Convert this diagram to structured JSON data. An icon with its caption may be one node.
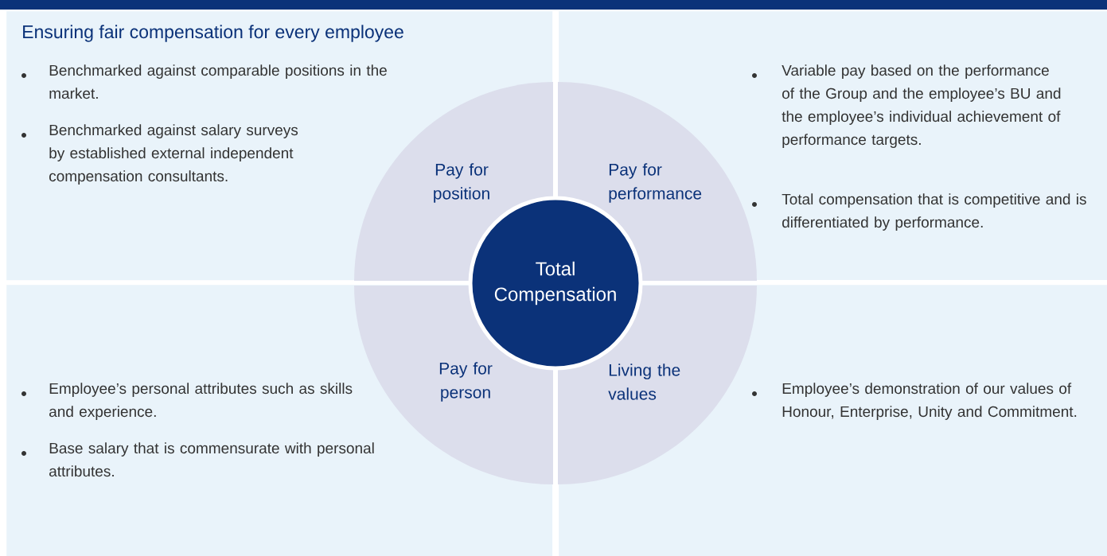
{
  "diagram": {
    "title": "Ensuring fair compensation for every employee",
    "nodes": [
      {
        "text": [
          "Benchmarked against comparable positions in the market.",
          "Benchmarked against salary surveys by established external independent compensation consultants."
        ]
      },
      {
        "text": [
          "Variable pay based on the performance of the Group and the employee’s BU and the employee’s individual achievement of performance targets.",
          "Total compensation that is competitive and is differentiated by performance."
        ]
      },
      {
        "text": [
          "Employee’s personal attributes such as skills and experience.",
          "Base salary that is commensurate with personal attributes."
        ]
      },
      {
        "text": [
          "Employee’s demonstration of our values of Honour, Enterprise, Unity and Commitment."
        ]
      },
      {
        "text": [
          "Pay for position"
        ],
        "in": 0
      },
      {
        "text": [
          "Pay for performance"
        ],
        "in": 1
      },
      {
        "text": [
          "Pay for person"
        ],
        "in": 2
      },
      {
        "text": [
          "Living the values"
        ],
        "in": 3
      },
      {
        "text": [
          "Total Compensation"
        ]
      }
    ]
  }
}
